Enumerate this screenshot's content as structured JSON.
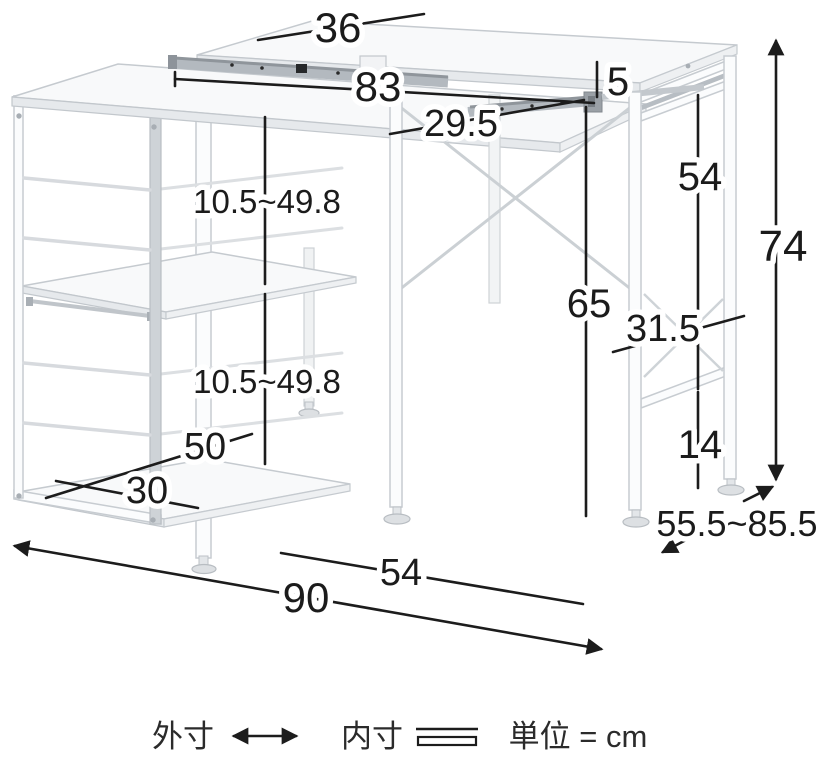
{
  "diagram": {
    "title_hint": "desk-and-rack-dimension-diagram",
    "unit": "cm",
    "dims": {
      "desk_top_depth": "36",
      "inner_width": "83",
      "rail_gap": "5",
      "slide_rail_length": "29.5",
      "shelf_range_upper": "10.5~49.8",
      "shelf_range_lower": "10.5~49.8",
      "side_inner_height": "54",
      "total_height": "74",
      "under_desk_clearance": "65",
      "side_inner_depth": "31.5",
      "rack_inner_depth": "50",
      "rack_inner_width": "30",
      "foot_clearance": "14",
      "extendable_width": "55.5~85.5",
      "bottom_inner_width": "54",
      "total_width": "90"
    },
    "legend": {
      "outer_label": "外寸",
      "inner_label": "内寸",
      "unit_label": "単位 = cm"
    }
  }
}
